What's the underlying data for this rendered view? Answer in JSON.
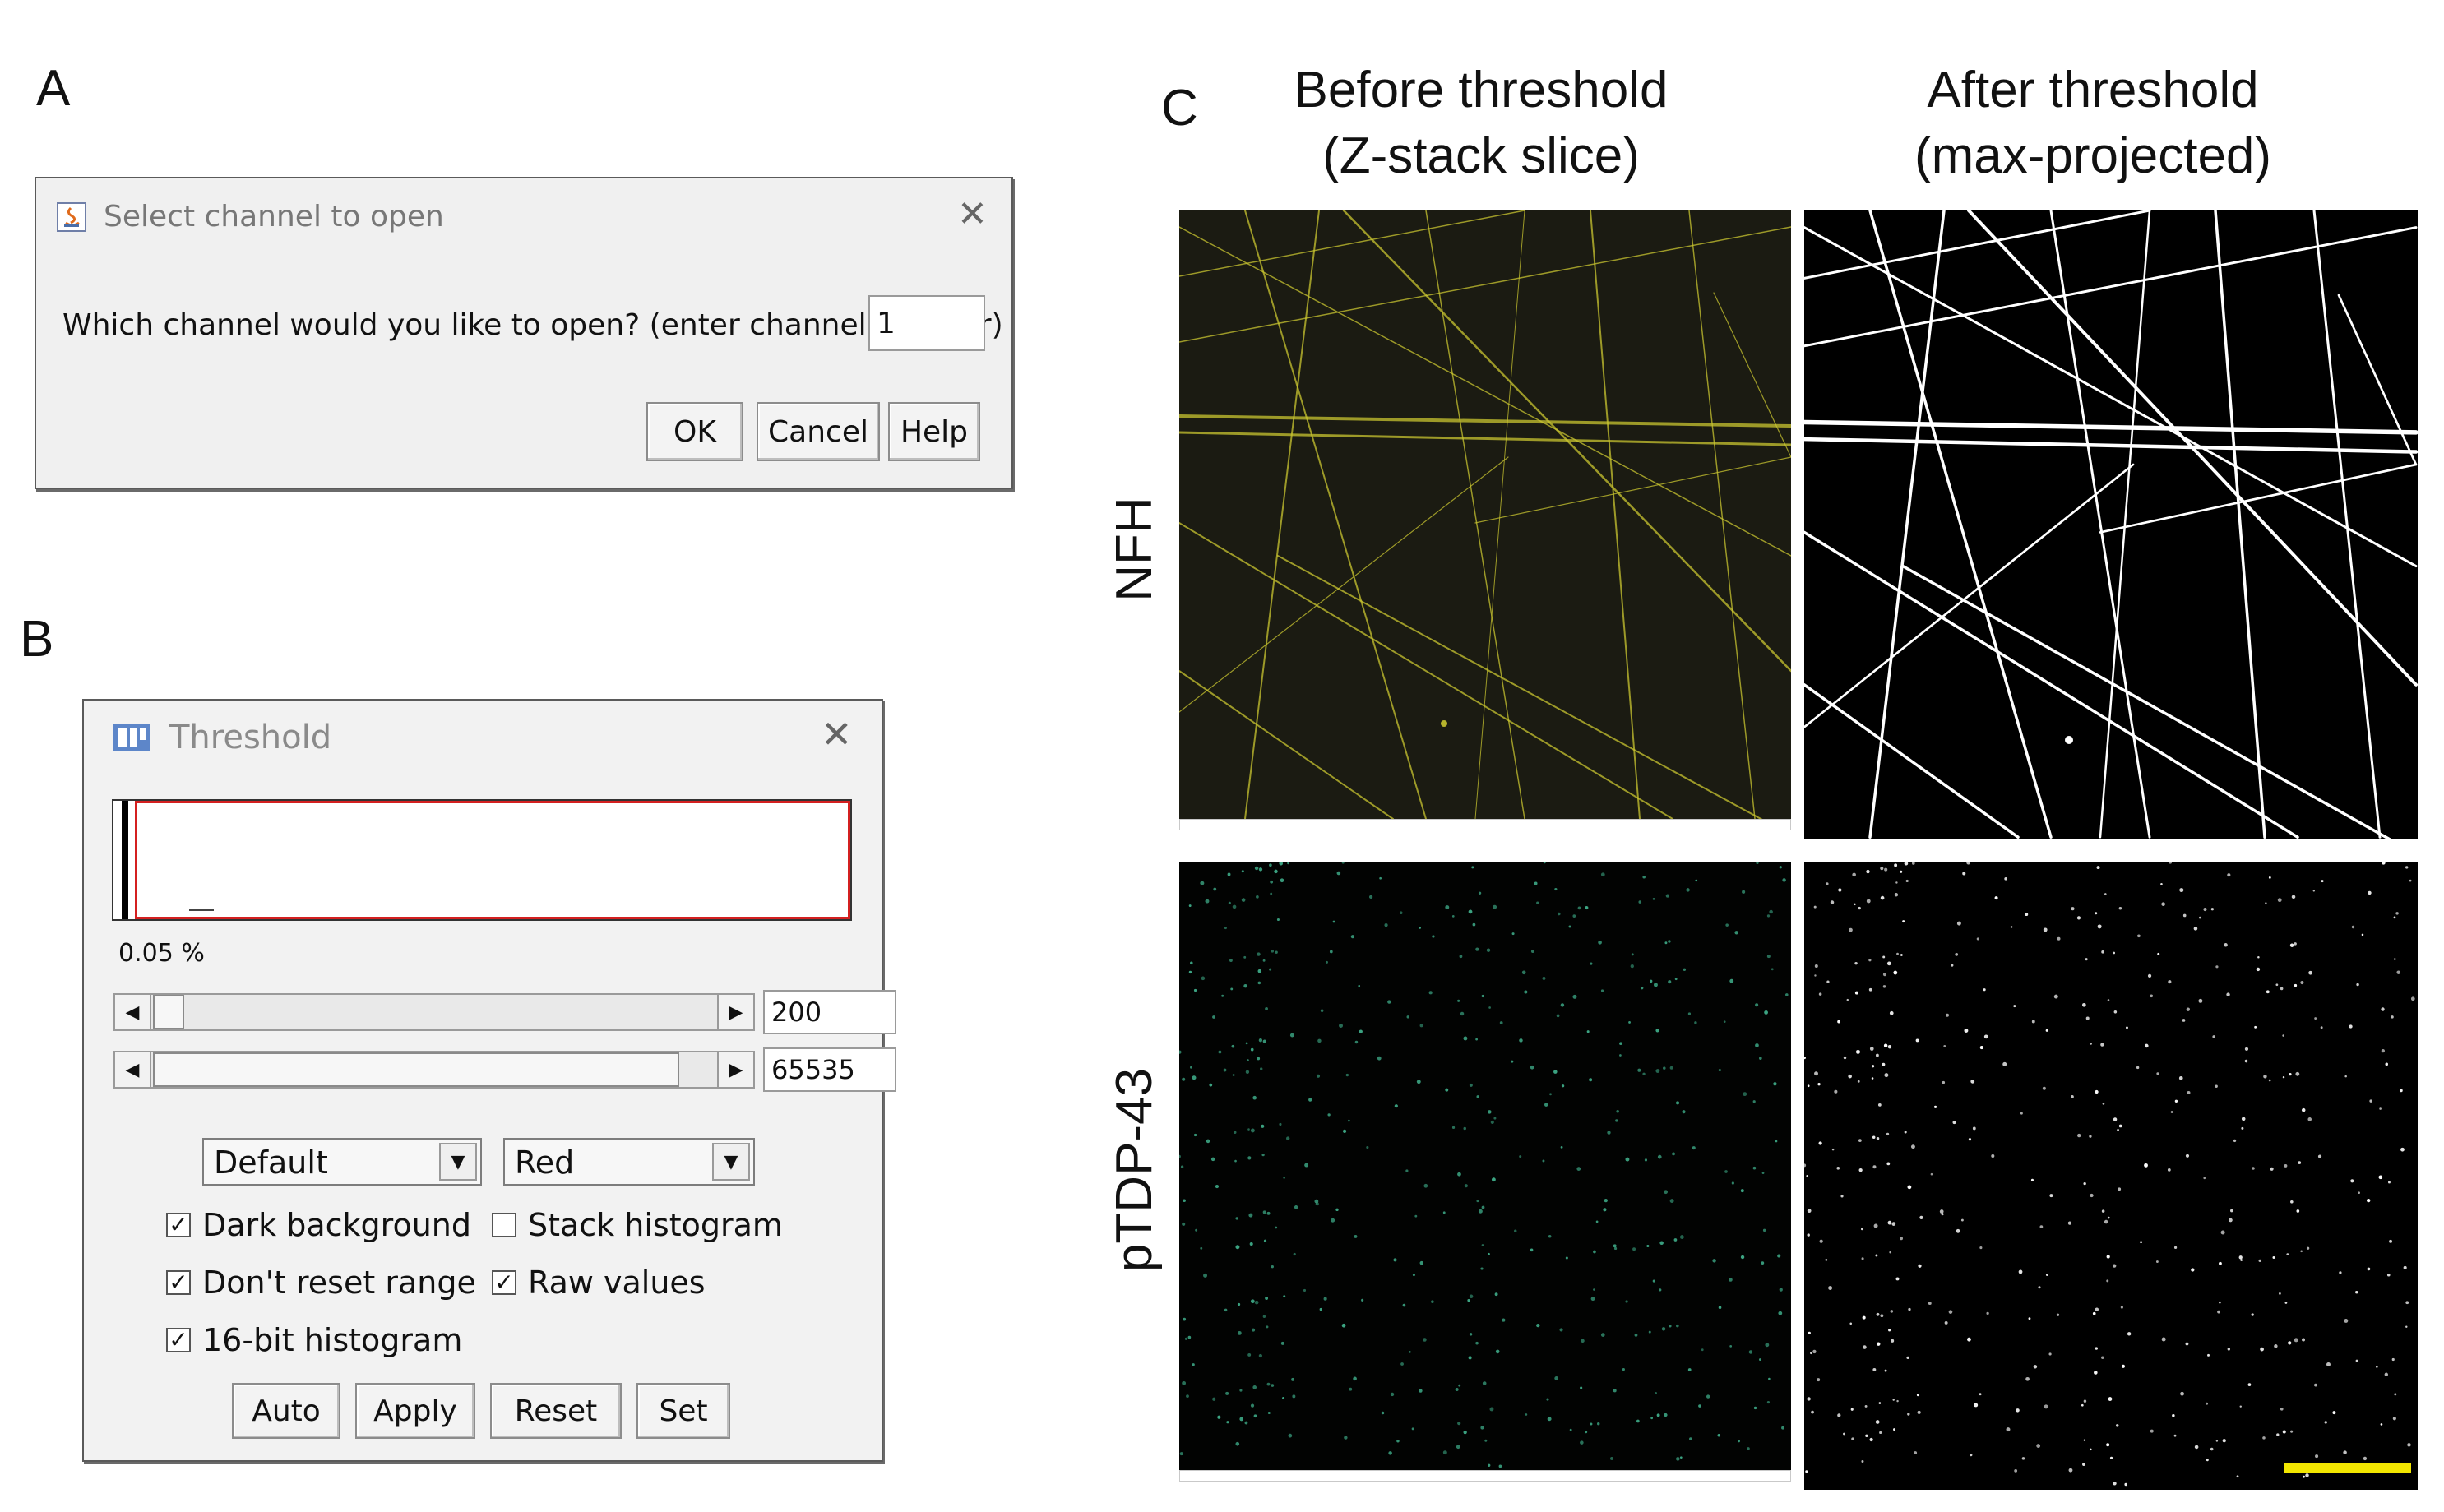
{
  "panels": {
    "a": "A",
    "b": "B",
    "c": "C"
  },
  "channel_dialog": {
    "title": "Select channel to open",
    "prompt": "Which channel would you like to open? (enter channel number)",
    "channel_value": "1",
    "ok": "OK",
    "cancel": "Cancel",
    "help": "Help",
    "close_glyph": "✕",
    "icon": "java-app-icon"
  },
  "threshold_dialog": {
    "title": "Threshold",
    "close_glyph": "✕",
    "icon": "imagej-icon",
    "percent": "0.05 %",
    "lower_value": "200",
    "upper_value": "65535",
    "lower_slider_fraction": 0.005,
    "upper_slider_fraction": 1.0,
    "method": "Default",
    "display": "Red",
    "options": {
      "dark_background": {
        "label": "Dark background",
        "checked": true
      },
      "stack_histogram": {
        "label": "Stack histogram",
        "checked": false
      },
      "dont_reset_range": {
        "label": "Don't reset range",
        "checked": true
      },
      "raw_values": {
        "label": "Raw values",
        "checked": true
      },
      "sixteen_bit": {
        "label": "16-bit histogram",
        "checked": true
      }
    },
    "buttons": {
      "auto": "Auto",
      "apply": "Apply",
      "reset": "Reset",
      "set": "Set"
    },
    "highlight_color": "#d42020"
  },
  "comparison": {
    "col_before": "Before threshold\n(Z-stack slice)",
    "col_after": "After threshold\n(max-projected)",
    "row_nfh": "NFH",
    "row_ptdp": "pTDP-43",
    "colors": {
      "nfh_before_fibers": "#c9c530",
      "ptdp_before_dots": "#3fae8a",
      "after": "#ffffff",
      "scale_bar": "#f2e600"
    }
  }
}
